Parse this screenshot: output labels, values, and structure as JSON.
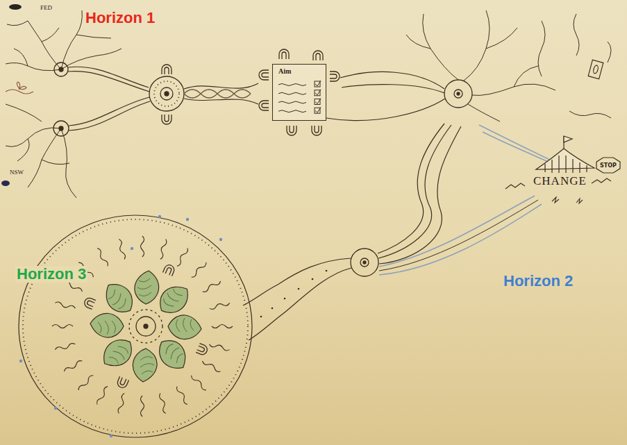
{
  "diagram": {
    "nodes": [
      {
        "text": [
          "Aim"
        ]
      },
      {
        "text": [
          "STOP"
        ]
      }
    ],
    "labels": [
      "Horizon 1",
      "Horizon 2",
      "Horizon 3",
      "FED",
      "NSW",
      "CHANGE"
    ]
  }
}
